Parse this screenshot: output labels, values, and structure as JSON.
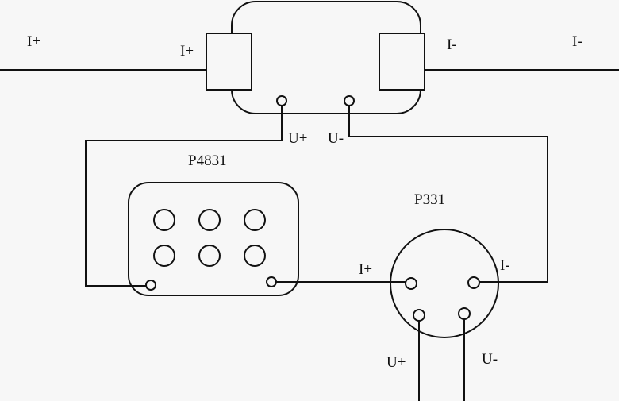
{
  "labels": {
    "left_line_i_plus": "I+",
    "shunt_i_plus": "I+",
    "shunt_i_minus": "I-",
    "right_line_i_minus": "I-",
    "shunt_u_plus": "U+",
    "shunt_u_minus": "U-",
    "device_p4831": "P4831",
    "device_p331": "P331",
    "p331_i_plus": "I+",
    "p331_i_minus": "I-",
    "p331_u_plus": "U+",
    "p331_u_minus": "U-"
  }
}
